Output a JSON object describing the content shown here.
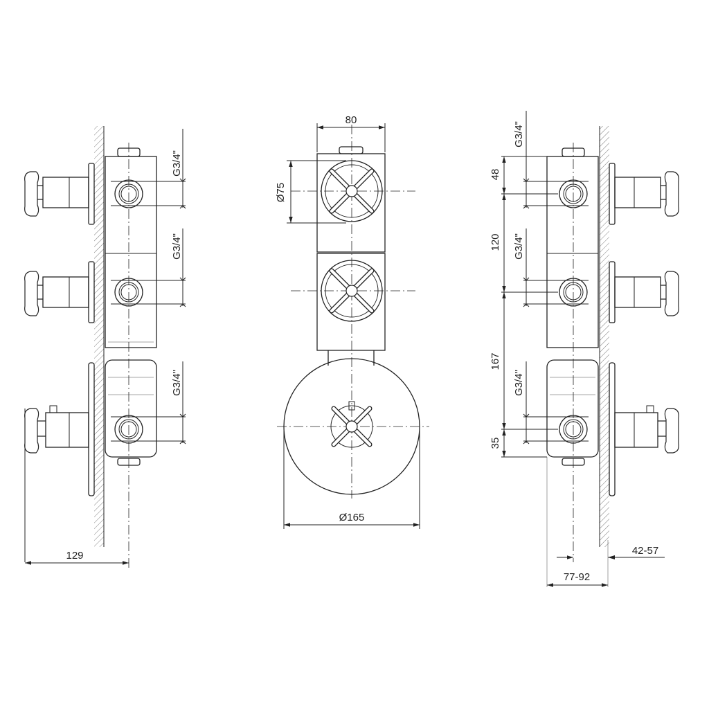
{
  "left_view": {
    "thread_1": "G3/4\"",
    "thread_2": "G3/4\"",
    "thread_3": "G3/4\"",
    "depth": "129"
  },
  "front_view": {
    "width": "80",
    "knob_diameter": "Ø75",
    "plate_diameter": "Ø165"
  },
  "right_view": {
    "thread_1": "G3/4\"",
    "thread_2": "G3/4\"",
    "thread_3": "G3/4\"",
    "dim_48": "48",
    "dim_120": "120",
    "dim_167": "167",
    "dim_35": "35",
    "wall_range": "42-57",
    "body_range": "77-92"
  }
}
